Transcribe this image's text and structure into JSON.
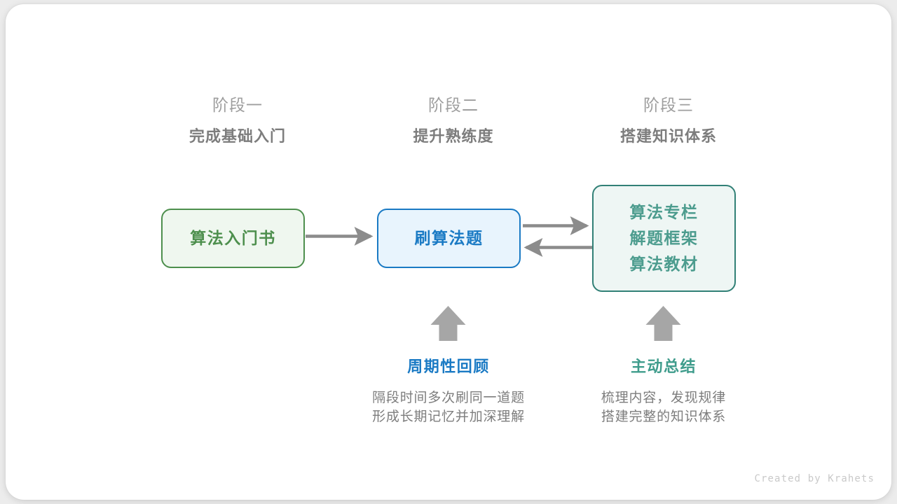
{
  "canvas": {
    "background": "#ececec",
    "card_background": "#ffffff"
  },
  "stages": [
    {
      "number": "阶段一",
      "title": "完成基础入门"
    },
    {
      "number": "阶段二",
      "title": "提升熟练度"
    },
    {
      "number": "阶段三",
      "title": "搭建知识体系"
    }
  ],
  "nodes": {
    "book": {
      "lines": [
        "算法入门书"
      ],
      "border_color": "#4d8f4d",
      "fill_color": "#eff7ef",
      "text_color": "#4d8f4d"
    },
    "practice": {
      "lines": [
        "刷算法题"
      ],
      "border_color": "#1a7ac4",
      "fill_color": "#e8f4fd",
      "text_color": "#1a7ac4"
    },
    "resources": {
      "lines": [
        "算法专栏",
        "解题框架",
        "算法教材"
      ],
      "border_color": "#318076",
      "fill_color": "#eef6f4",
      "text_color": "#4c9c8e"
    }
  },
  "connectors": {
    "color": "#8c8c8c",
    "book_to_practice": "arrow-right",
    "practice_to_resources": "arrow-right",
    "resources_to_practice": "arrow-left",
    "up_arrow_review": "arrow-up",
    "up_arrow_summary": "arrow-up"
  },
  "annotations": [
    {
      "title": "周期性回顾",
      "title_color": "#1a7ac4",
      "lines": [
        "隔段时间多次刷同一道题",
        "形成长期记忆并加深理解"
      ]
    },
    {
      "title": "主动总结",
      "title_color": "#3f9c8c",
      "lines": [
        "梳理内容，发现规律",
        "搭建完整的知识体系"
      ]
    }
  ],
  "footer": {
    "credit": "Created by Krahets"
  }
}
